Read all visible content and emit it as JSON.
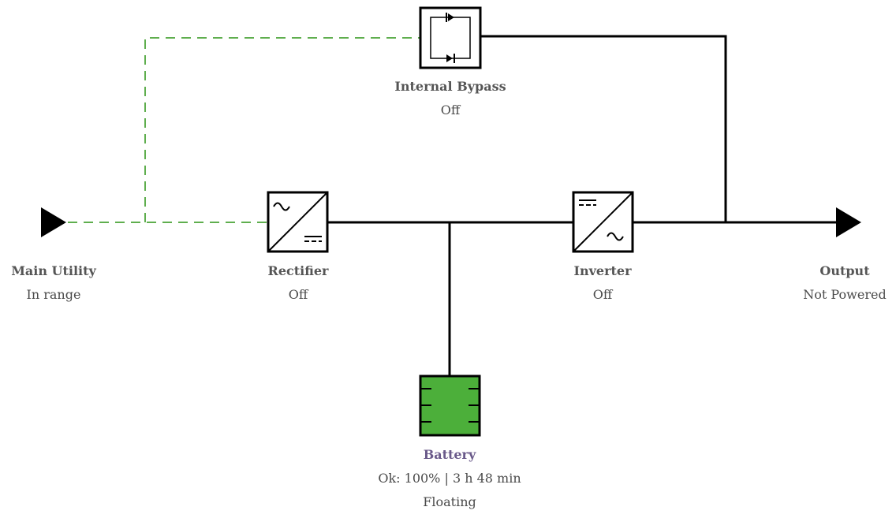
{
  "colors": {
    "line": "#000000",
    "bypass_path": "#5fae4e",
    "battery_fill": "#4caf3a",
    "battery_name": "#6a5a8a"
  },
  "nodes": {
    "main_utility": {
      "name": "Main Utility",
      "status": "In range",
      "icon": "play-triangle-icon"
    },
    "rectifier": {
      "name": "Rectifier",
      "status": "Off",
      "icon": "rectifier-icon"
    },
    "internal_bypass": {
      "name": "Internal Bypass",
      "status": "Off",
      "icon": "bypass-diodes-icon"
    },
    "inverter": {
      "name": "Inverter",
      "status": "Off",
      "icon": "inverter-icon"
    },
    "battery": {
      "name": "Battery",
      "status": "Ok: 100% | 3 h 48 min",
      "mode": "Floating",
      "icon": "battery-icon"
    },
    "output": {
      "name": "Output",
      "status": "Not Powered",
      "icon": "play-triangle-icon"
    }
  }
}
